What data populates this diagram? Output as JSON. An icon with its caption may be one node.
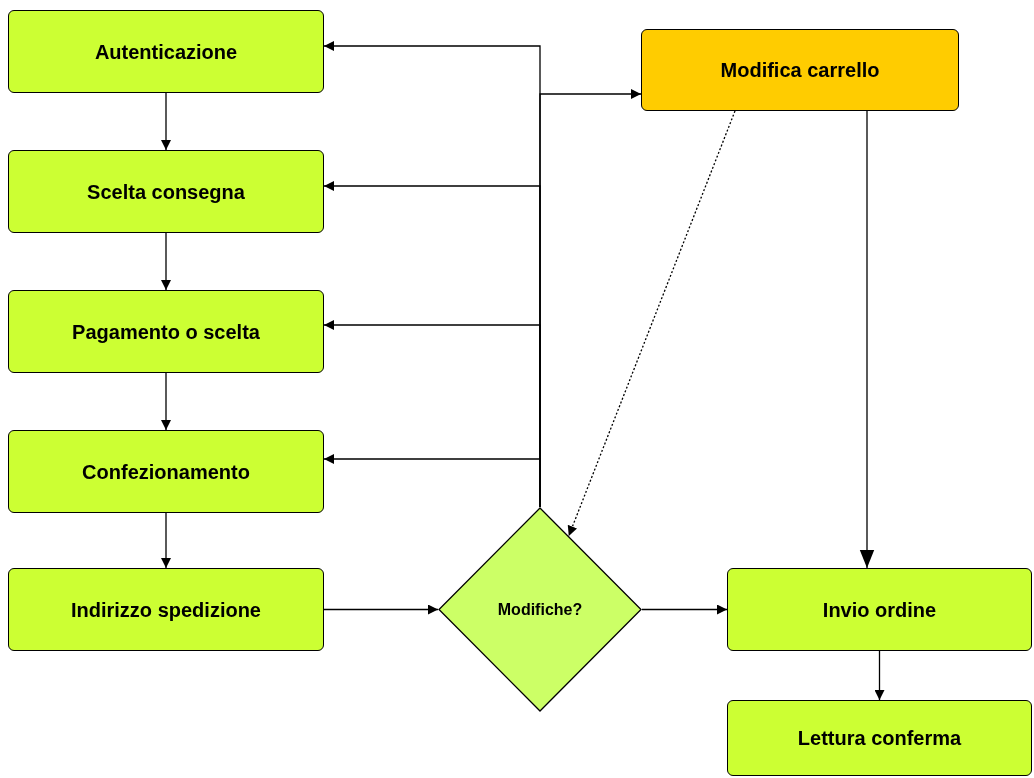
{
  "diagram": {
    "nodes": [
      {
        "text": [
          "Autenticazione"
        ]
      },
      {
        "text": [
          "Scelta consegna"
        ]
      },
      {
        "text": [
          "Pagamento o scelta"
        ]
      },
      {
        "text": [
          "Confezionamento"
        ]
      },
      {
        "text": [
          "Indirizzo spedizione"
        ]
      },
      {
        "text": [
          "Modifiche?"
        ]
      },
      {
        "text": [
          "Modifica carrello"
        ]
      },
      {
        "text": [
          "Invio ordine"
        ]
      },
      {
        "text": [
          "Lettura conferma"
        ]
      }
    ],
    "edges": [
      {
        "from": 0,
        "to": 1,
        "arrow": "to"
      },
      {
        "from": 1,
        "to": 2,
        "arrow": "to"
      },
      {
        "from": 2,
        "to": 3,
        "arrow": "to"
      },
      {
        "from": 3,
        "to": 4,
        "arrow": "to"
      },
      {
        "from": 4,
        "to": 5,
        "arrow": "to"
      },
      {
        "from": 5,
        "to": 7,
        "arrow": "to"
      },
      {
        "from": 7,
        "to": 8,
        "arrow": "to"
      },
      {
        "from": 5,
        "to": 0,
        "arrow": "to"
      },
      {
        "from": 5,
        "to": 1,
        "arrow": "to"
      },
      {
        "from": 5,
        "to": 2,
        "arrow": "to"
      },
      {
        "from": 5,
        "to": 3,
        "arrow": "to"
      },
      {
        "from": 5,
        "to": 6,
        "arrow": "to"
      },
      {
        "from": 6,
        "to": 5,
        "arrow": "to",
        "style": "dashed"
      },
      {
        "from": 6,
        "to": 7,
        "arrow": "to"
      }
    ]
  }
}
